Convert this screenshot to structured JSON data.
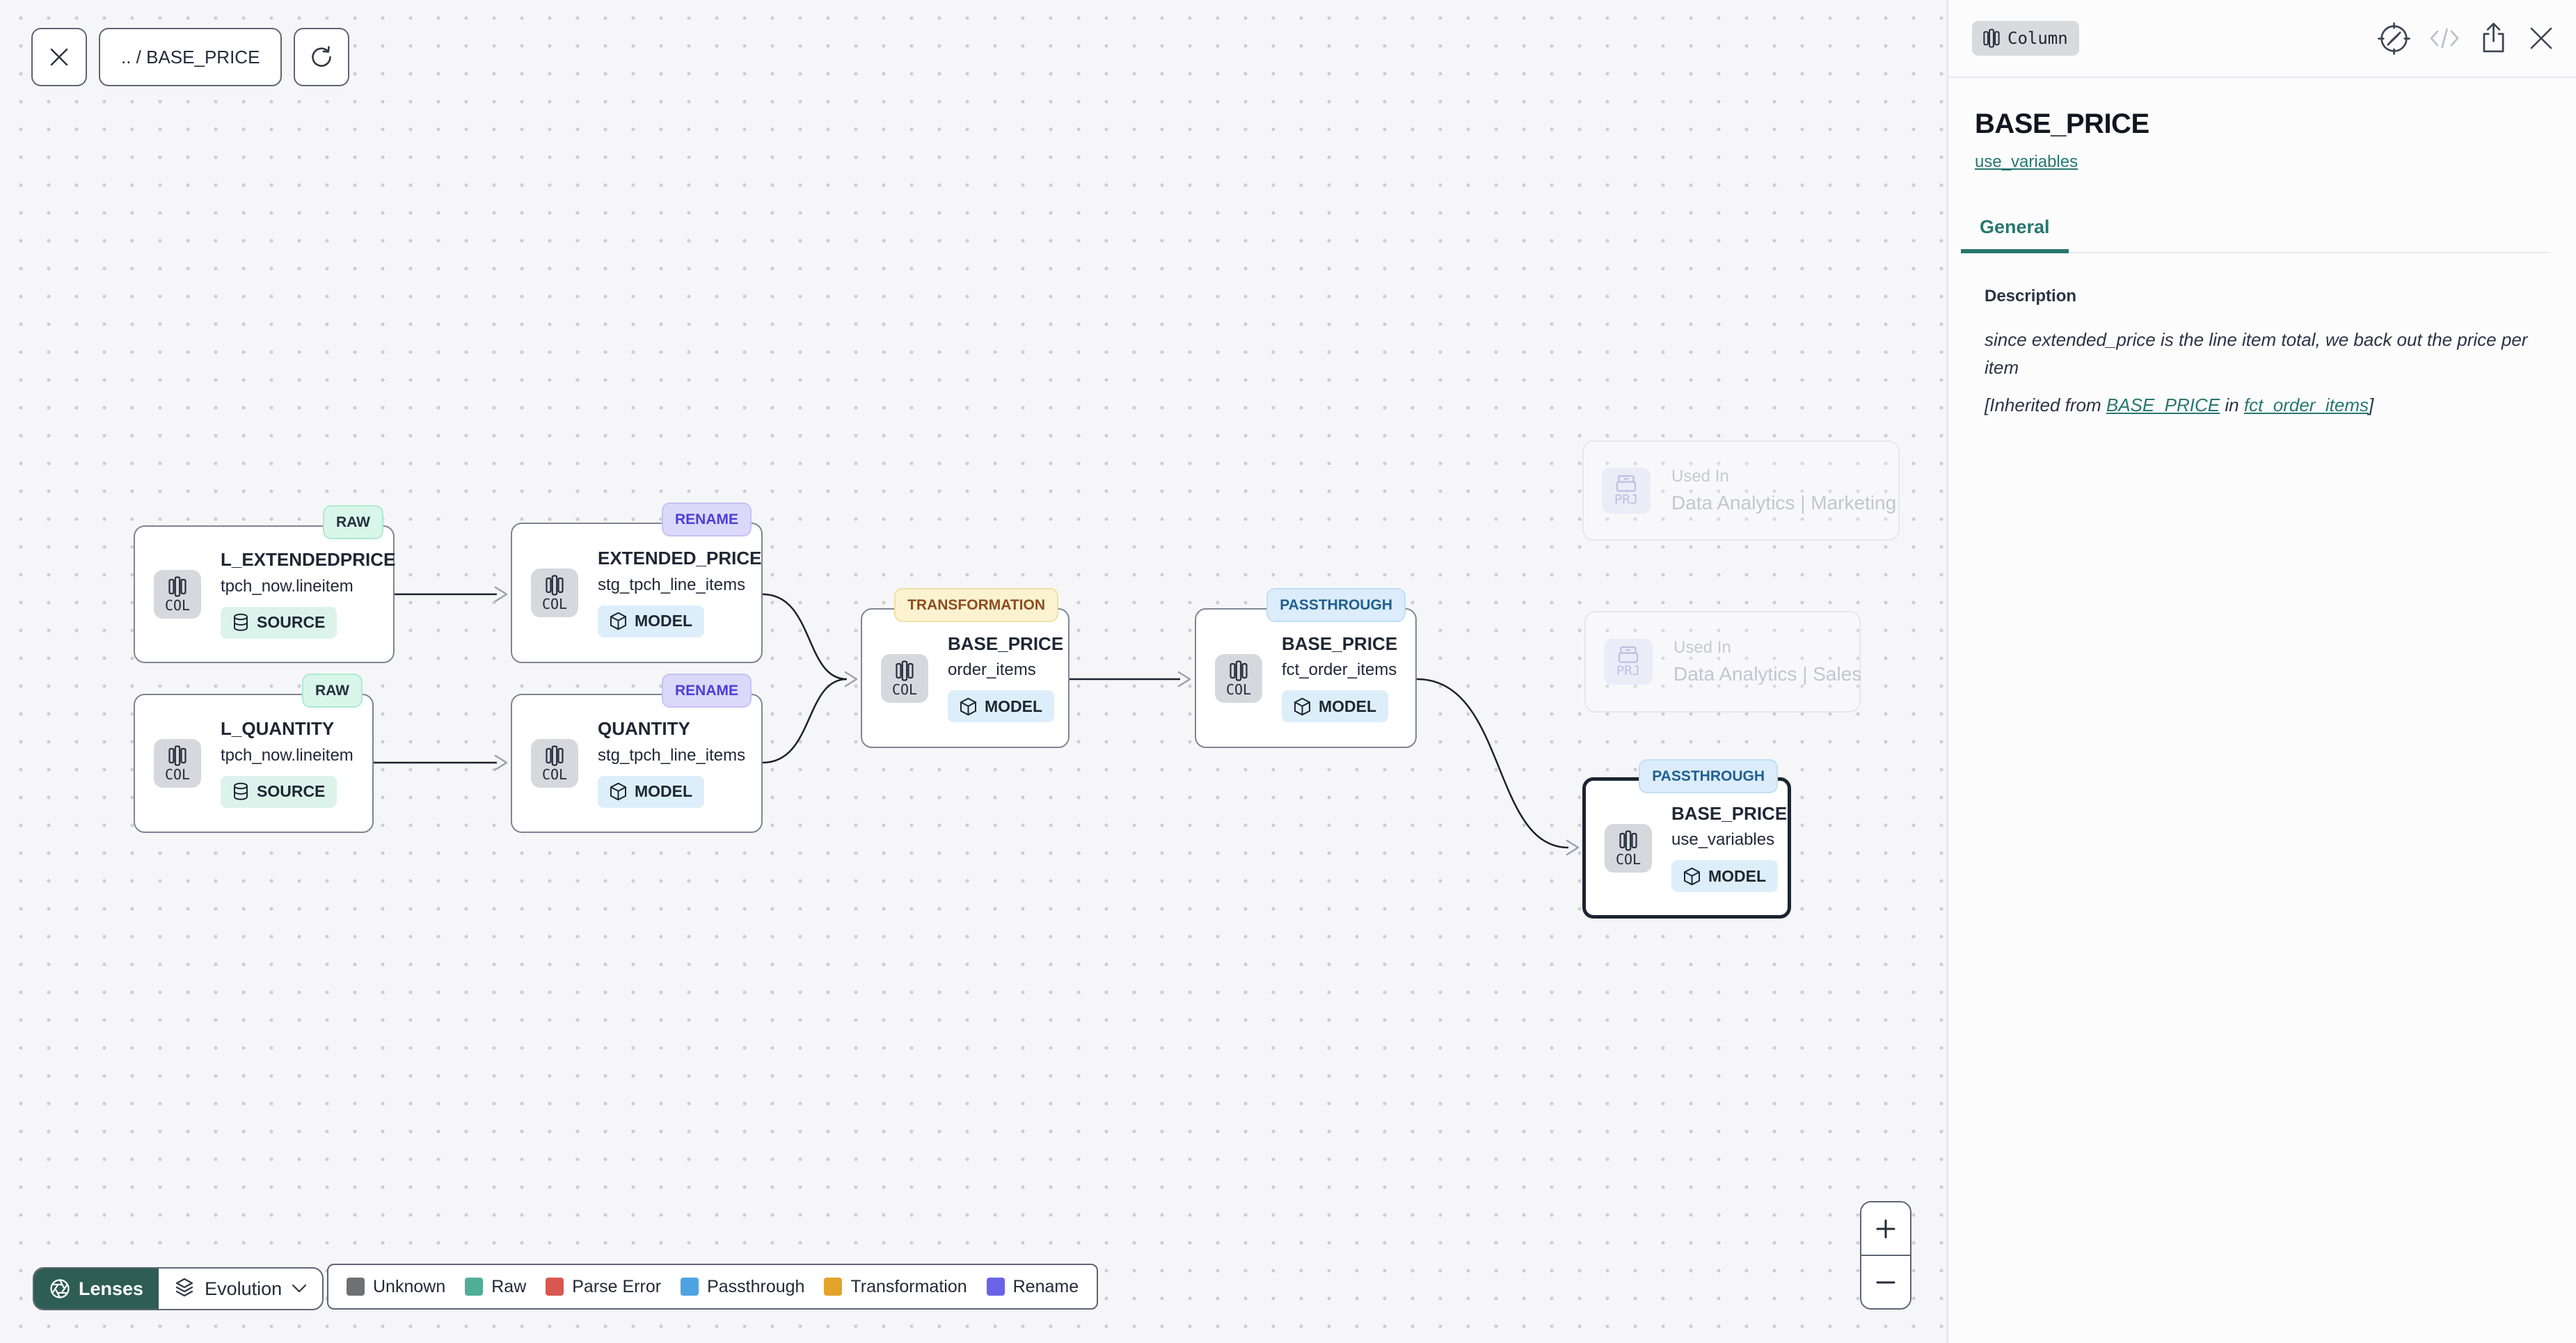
{
  "toolbar": {
    "breadcrumb": ".. / BASE_PRICE"
  },
  "panel": {
    "type_badge": "Column",
    "title": "BASE_PRICE",
    "subtitle_link": "use_variables",
    "tab_general": "General",
    "description_label": "Description",
    "description_text": "since extended_price is the line item total, we back out the price per item",
    "inherited_prefix": "[Inherited from ",
    "inherited_link_column": "BASE_PRICE",
    "inherited_middle": " in ",
    "inherited_link_model": "fct_order_items",
    "inherited_suffix": "]"
  },
  "canvas": {
    "nodes": [
      {
        "badge": "RAW",
        "kind": "COL",
        "title": "L_EXTENDEDPRICE",
        "subtitle": "tpch_now.lineitem",
        "chip": "SOURCE"
      },
      {
        "badge": "RENAME",
        "kind": "COL",
        "title": "EXTENDED_PRICE",
        "subtitle": "stg_tpch_line_items",
        "chip": "MODEL"
      },
      {
        "badge": "RAW",
        "kind": "COL",
        "title": "L_QUANTITY",
        "subtitle": "tpch_now.lineitem",
        "chip": "SOURCE"
      },
      {
        "badge": "RENAME",
        "kind": "COL",
        "title": "QUANTITY",
        "subtitle": "stg_tpch_line_items",
        "chip": "MODEL"
      },
      {
        "badge": "TRANSFORMATION",
        "kind": "COL",
        "title": "BASE_PRICE",
        "subtitle": "order_items",
        "chip": "MODEL"
      },
      {
        "badge": "PASSTHROUGH",
        "kind": "COL",
        "title": "BASE_PRICE",
        "subtitle": "fct_order_items",
        "chip": "MODEL"
      },
      {
        "badge": "PASSTHROUGH",
        "kind": "COL",
        "title": "BASE_PRICE",
        "subtitle": "use_variables",
        "chip": "MODEL",
        "selected": true
      }
    ],
    "used_in": [
      {
        "kind": "PRJ",
        "title": "Used In",
        "subtitle": "Data Analytics | Marketing"
      },
      {
        "kind": "PRJ",
        "title": "Used In",
        "subtitle": "Data Analytics | Sales"
      }
    ]
  },
  "lenses": {
    "button_label": "Lenses",
    "selected_lens": "Evolution"
  },
  "legend": {
    "items": [
      {
        "label": "Unknown",
        "color": "#6f7073"
      },
      {
        "label": "Raw",
        "color": "#50ae97"
      },
      {
        "label": "Parse Error",
        "color": "#d75850"
      },
      {
        "label": "Passthrough",
        "color": "#4fa3e3"
      },
      {
        "label": "Transformation",
        "color": "#e3a32b"
      },
      {
        "label": "Rename",
        "color": "#6a63e8"
      }
    ]
  },
  "zoom_controls": {
    "zoom_in": "+",
    "zoom_out": "−"
  },
  "icons": {
    "close-icon": "✕",
    "refresh-icon": "⟳",
    "columns-icon": "column bars",
    "database-icon": "cylinder",
    "cube-icon": "3d box",
    "project-icon": "stacked boxes",
    "compass-icon": "compass",
    "code-icon": "</>",
    "share-icon": "box with up arrow",
    "chevron-down-icon": "∨",
    "aperture-icon": "lens blades",
    "layers-icon": "stacked layers",
    "plus-icon": "+",
    "minus-icon": "−"
  },
  "colors": {
    "accent_teal": "#27776e",
    "lenses_bg": "#2e5d53",
    "selected_border": "#1b2430",
    "badge_raw_bg": "#d9f6ea",
    "badge_rename_bg": "#dbd9f9",
    "badge_transformation_bg": "#fbf2cf",
    "badge_passthrough_bg": "#dcecfb"
  }
}
